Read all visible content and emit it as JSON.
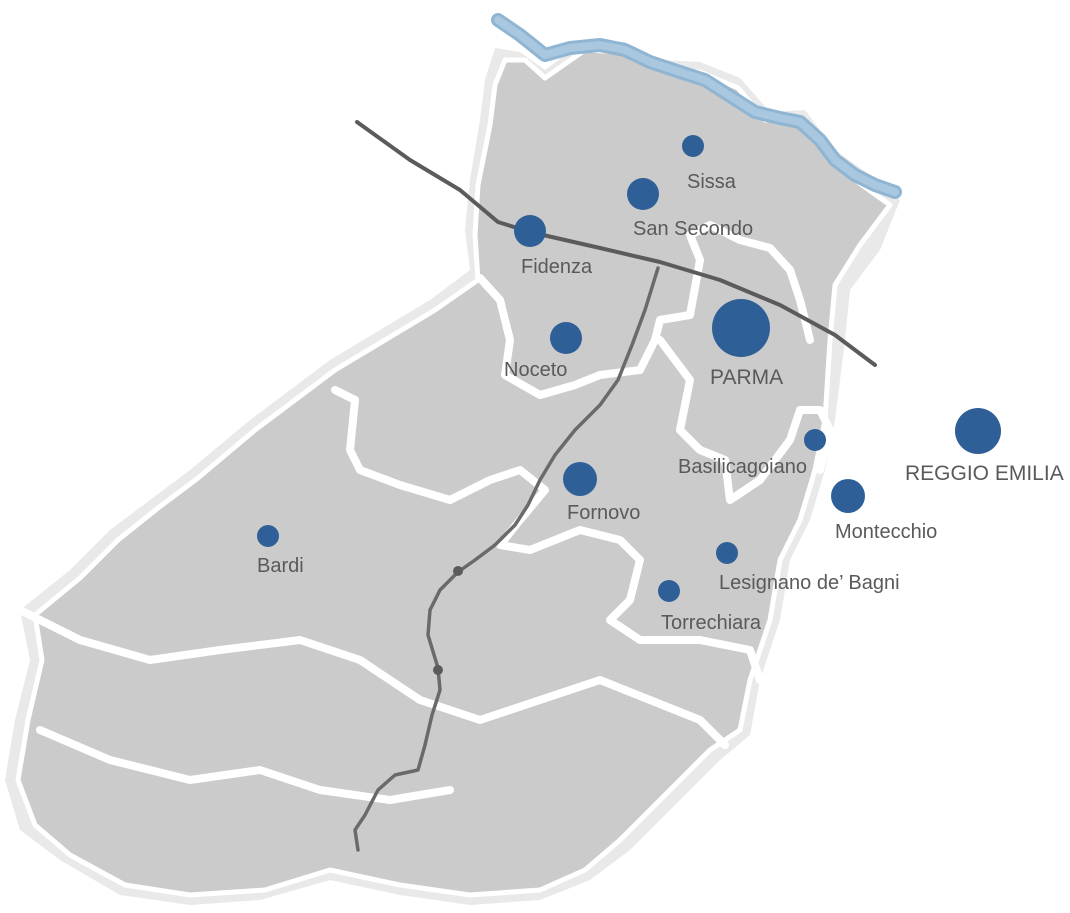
{
  "map": {
    "colors": {
      "land": "#cbcbcb",
      "town": "#2f5f97",
      "river": "#8fb5d3",
      "road": "#5b5b5b",
      "label": "#5a5a5a"
    },
    "towns": [
      {
        "id": "sissa",
        "label": "Sissa",
        "size": "small"
      },
      {
        "id": "san-secondo",
        "label": "San Secondo",
        "size": "medium"
      },
      {
        "id": "fidenza",
        "label": "Fidenza",
        "size": "medium"
      },
      {
        "id": "noceto",
        "label": "Noceto",
        "size": "medium"
      },
      {
        "id": "parma",
        "label": "PARMA",
        "size": "large"
      },
      {
        "id": "basilicagoiano",
        "label": "Basilicagoiano",
        "size": "small"
      },
      {
        "id": "reggio-emilia",
        "label": "REGGIO EMILIA",
        "size": "large-medium"
      },
      {
        "id": "montecchio",
        "label": "Montecchio",
        "size": "medium"
      },
      {
        "id": "fornovo",
        "label": "Fornovo",
        "size": "medium"
      },
      {
        "id": "bardi",
        "label": "Bardi",
        "size": "small"
      },
      {
        "id": "lesignano",
        "label": "Lesignano de’ Bagni",
        "size": "small"
      },
      {
        "id": "torrechiara",
        "label": "Torrechiara",
        "size": "small"
      }
    ]
  }
}
